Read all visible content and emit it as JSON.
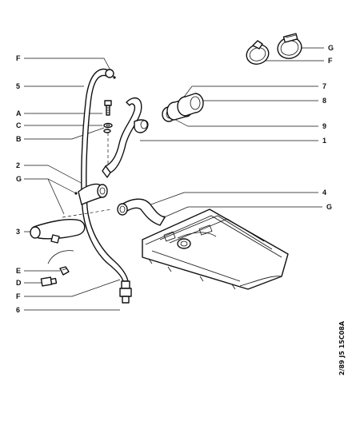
{
  "callouts": {
    "left": [
      "F",
      "5",
      "A",
      "C",
      "B",
      "2",
      "G",
      "3",
      "E",
      "D",
      "F",
      "6"
    ],
    "right": [
      "G",
      "F",
      "7",
      "8",
      "9",
      "1",
      "4",
      "G"
    ]
  },
  "reference_code": "2/89 J5 15C08A"
}
